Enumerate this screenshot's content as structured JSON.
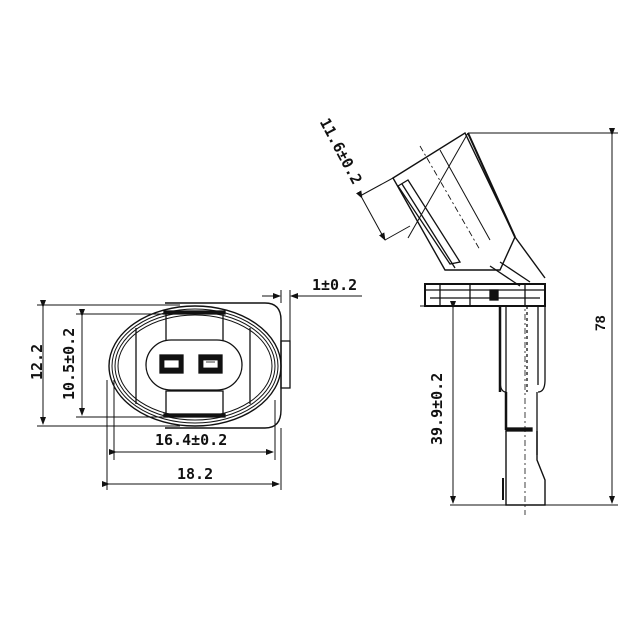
{
  "title": "Sensor technical drawing with dimensions",
  "front_view": {
    "dimensions": {
      "height_outer": "12.2",
      "height_inner": "10.5±0.2",
      "width_inner": "16.4±0.2",
      "width_outer": "18.2",
      "tab_thickness": "1±0.2"
    },
    "pins": 2
  },
  "side_view": {
    "dimensions": {
      "connector_width": "11.6±0.2",
      "probe_length": "39.9±0.2",
      "total_height": "78"
    }
  },
  "colors": {
    "line": "#111111",
    "background": "#ffffff"
  }
}
